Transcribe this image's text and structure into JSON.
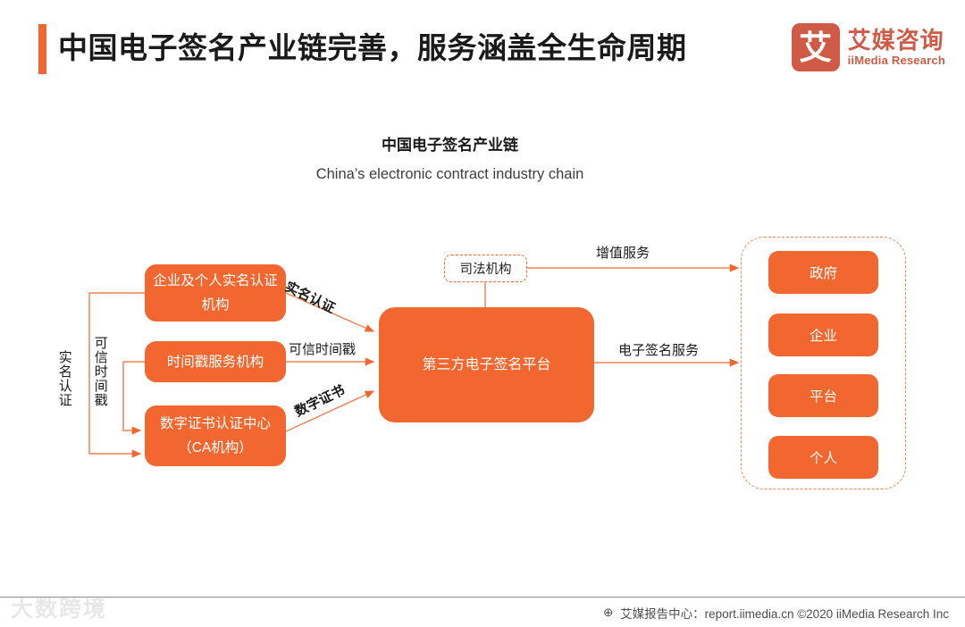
{
  "header": {
    "title": "中国电子签名产业链完善，服务涵盖全生命周期",
    "logo": {
      "mark_glyph": "艾",
      "name_cn": "艾媒咨询",
      "name_en": "iiMedia Research",
      "brand_color": "#cf5b46"
    }
  },
  "chart_data": {
    "type": "diagram",
    "title": "中国电子签名产业链",
    "subtitle": "China’s electronic contract  industry chain",
    "accent_color": "#f2662f",
    "nodes": {
      "suppliers": [
        {
          "id": "realname-org",
          "label": "企业及个人实名认证机构"
        },
        {
          "id": "timestamp-org",
          "label": "时间戳服务机构"
        },
        {
          "id": "ca-org",
          "label": "数字证书认证中心（CA机构）"
        }
      ],
      "platform": {
        "id": "platform",
        "label": "第三方电子签名平台"
      },
      "judicial": {
        "id": "judicial",
        "label": "司法机构"
      },
      "consumers": [
        {
          "id": "government",
          "label": "政府"
        },
        {
          "id": "enterprise",
          "label": "企业"
        },
        {
          "id": "platform-user",
          "label": "平台"
        },
        {
          "id": "individual",
          "label": "个人"
        }
      ]
    },
    "edges": [
      {
        "id": "realname",
        "from": "realname-org",
        "to": "platform",
        "label": "实名认证"
      },
      {
        "id": "timestamp",
        "from": "timestamp-org",
        "to": "platform",
        "label": "可信时间戳"
      },
      {
        "id": "cert",
        "from": "ca-org",
        "to": "platform",
        "label": "数字证书"
      },
      {
        "id": "value-added",
        "from": "judicial",
        "to": "consumers",
        "label": "增值服务"
      },
      {
        "id": "esign-service",
        "from": "platform",
        "to": "consumers",
        "label": "电子签名服务"
      },
      {
        "id": "feedback-realname",
        "from": "realname-org",
        "to": "ca-org",
        "label": "实名认证"
      },
      {
        "id": "feedback-timestamp",
        "from": "timestamp-org",
        "to": "ca-org",
        "label": "可信时间戳"
      }
    ]
  },
  "footer": {
    "globe_icon": "⊕",
    "text": "艾媒报告中心：report.iimedia.cn   ©2020  iiMedia Research  Inc",
    "watermark": "大数跨境"
  }
}
